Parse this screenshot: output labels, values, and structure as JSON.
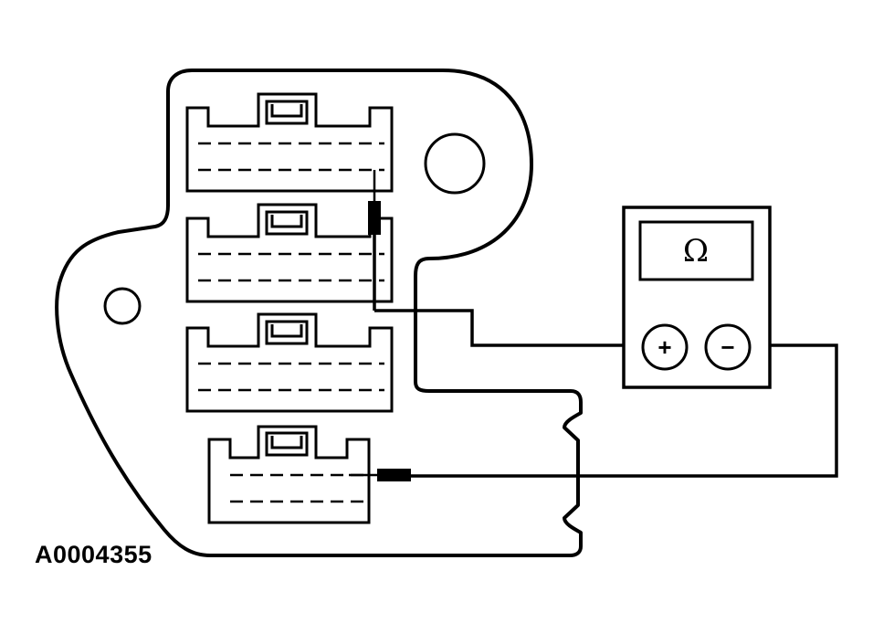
{
  "figure": {
    "id_label": "A0004355"
  },
  "meter": {
    "display_symbol": "Ω",
    "positive_terminal": "+",
    "negative_terminal": "−"
  },
  "colors": {
    "line": "#000000",
    "background": "#ffffff"
  },
  "components": {
    "connectors": 4,
    "probes": 2
  }
}
